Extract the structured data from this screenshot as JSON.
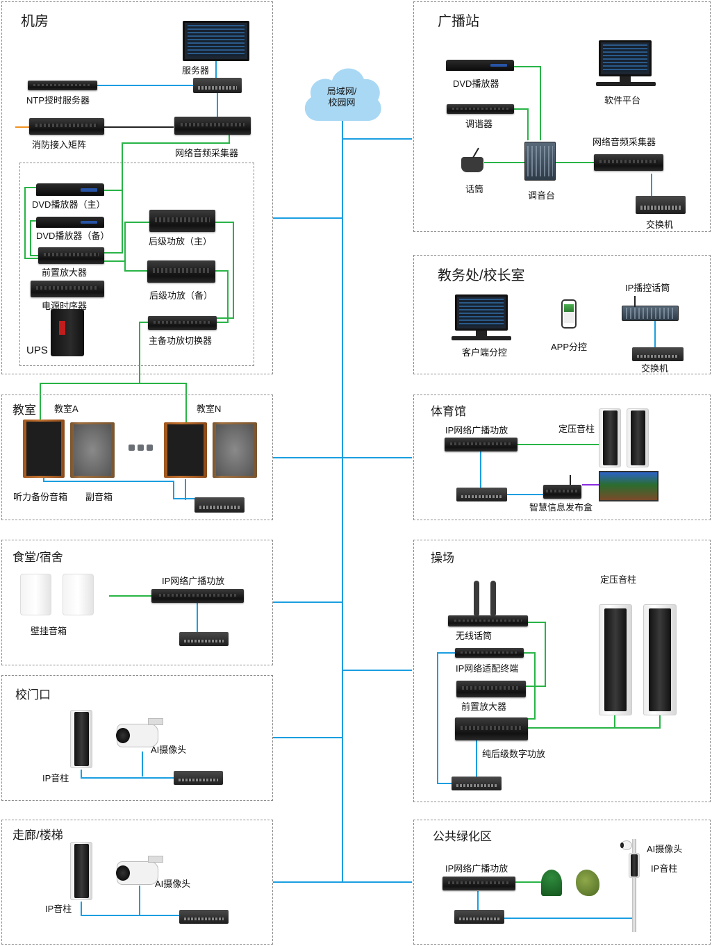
{
  "colors": {
    "network": "#1a9ee0",
    "audio": "#28b446",
    "cloud": "#a9d8f4",
    "border": "#8c8c8c",
    "ext": "#f0921e",
    "purple": "#8a2be2"
  },
  "cloud": {
    "label": "局域网/\n校园网"
  },
  "zones": {
    "jifang": {
      "title": "机房",
      "server": "服务器",
      "ntp": "NTP授时服务器",
      "fire": "消防接入矩阵",
      "collector": "网络音频采集器",
      "dvd_main": "DVD播放器（主）",
      "dvd_backup": "DVD播放器（备）",
      "preamp": "前置放大器",
      "sequencer": "电源时序器",
      "ups": "UPS",
      "amp_main": "后级功放（主）",
      "amp_backup": "后级功放（备）",
      "switcher": "主备功放切换器"
    },
    "guangbo": {
      "title": "广播站",
      "dvd": "DVD播放器",
      "tuner": "调谐器",
      "mic": "话筒",
      "mixer": "调音台",
      "software": "软件平台",
      "collector": "网络音频采集器",
      "switch": "交换机"
    },
    "jiaowu": {
      "title": "教务处/校长室",
      "client": "客户端分控",
      "app": "APP分控",
      "ip_mic": "IP播控话筒",
      "switch": "交换机"
    },
    "jiaoshi": {
      "title": "教室",
      "room_a": "教室A",
      "room_n": "教室N",
      "backup_spk": "听力备份音箱",
      "sub_spk": "副音箱"
    },
    "tiyu": {
      "title": "体育馆",
      "amp": "IP网络广播功放",
      "column": "定压音柱",
      "box": "智慧信息发布盒"
    },
    "shitang": {
      "title": "食堂/宿舍",
      "amp": "IP网络广播功放",
      "wall_spk": "壁挂音箱"
    },
    "caochang": {
      "title": "操场",
      "column": "定压音柱",
      "wireless_mic": "无线话筒",
      "adapter": "IP网络适配终端",
      "preamp": "前置放大器",
      "amp": "纯后级数字功放"
    },
    "xiaomen": {
      "title": "校门口",
      "camera": "AI摄像头",
      "column": "IP音柱"
    },
    "zoulang": {
      "title": "走廊/楼梯",
      "camera": "AI摄像头",
      "column": "IP音柱"
    },
    "lvhua": {
      "title": "公共绿化区",
      "amp": "IP网络广播功放",
      "camera": "AI摄像头",
      "column": "IP音柱"
    }
  }
}
